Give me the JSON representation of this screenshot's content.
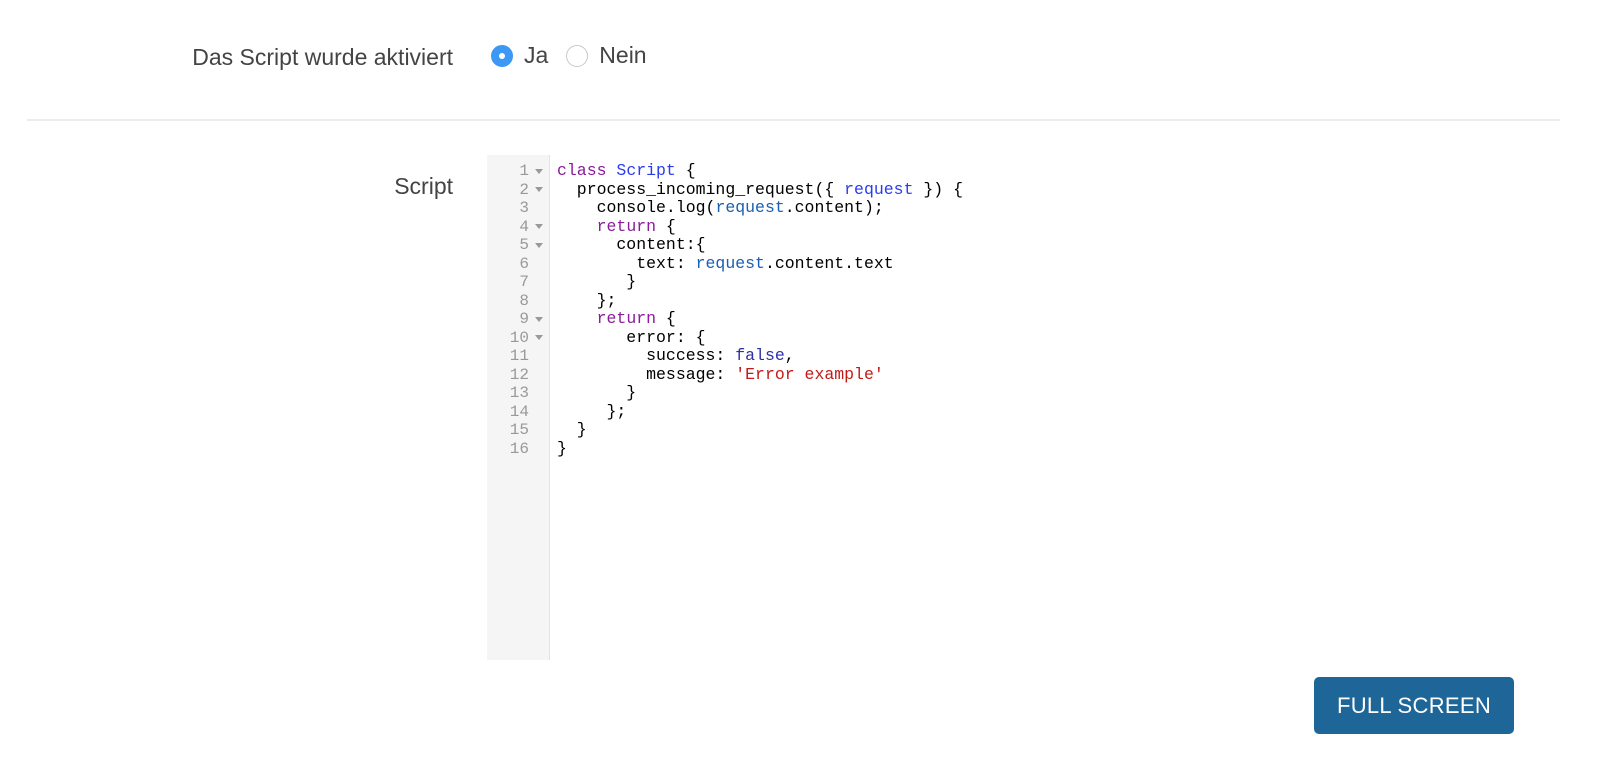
{
  "activation": {
    "label": "Das Script wurde aktiviert",
    "options": [
      {
        "label": "Ja",
        "checked": true
      },
      {
        "label": "Nein",
        "checked": false
      }
    ],
    "accent_color": "#3d98f5"
  },
  "script": {
    "label": "Script",
    "lines": [
      {
        "n": "1",
        "fold": true
      },
      {
        "n": "2",
        "fold": true
      },
      {
        "n": "3",
        "fold": false
      },
      {
        "n": "4",
        "fold": true
      },
      {
        "n": "5",
        "fold": true
      },
      {
        "n": "6",
        "fold": false
      },
      {
        "n": "7",
        "fold": false
      },
      {
        "n": "8",
        "fold": false
      },
      {
        "n": "9",
        "fold": true
      },
      {
        "n": "10",
        "fold": true
      },
      {
        "n": "11",
        "fold": false
      },
      {
        "n": "12",
        "fold": false
      },
      {
        "n": "13",
        "fold": false
      },
      {
        "n": "14",
        "fold": false
      },
      {
        "n": "15",
        "fold": false
      },
      {
        "n": "16",
        "fold": false
      }
    ],
    "code": [
      [
        {
          "t": "class",
          "c": "kw"
        },
        {
          "t": " "
        },
        {
          "t": "Script",
          "c": "cls"
        },
        {
          "t": " {"
        }
      ],
      [
        {
          "t": "  process_incoming_request({ "
        },
        {
          "t": "request",
          "c": "cls"
        },
        {
          "t": " }) {"
        }
      ],
      [
        {
          "t": "    console.log("
        },
        {
          "t": "request",
          "c": "var"
        },
        {
          "t": ".content);"
        }
      ],
      [
        {
          "t": "    "
        },
        {
          "t": "return",
          "c": "kw"
        },
        {
          "t": " {"
        }
      ],
      [
        {
          "t": "      content:{"
        }
      ],
      [
        {
          "t": "        text: "
        },
        {
          "t": "request",
          "c": "var"
        },
        {
          "t": ".content.text"
        }
      ],
      [
        {
          "t": "       }"
        }
      ],
      [
        {
          "t": "    };"
        }
      ],
      [
        {
          "t": "    "
        },
        {
          "t": "return",
          "c": "kw"
        },
        {
          "t": " {"
        }
      ],
      [
        {
          "t": "       error: {"
        }
      ],
      [
        {
          "t": "         success: "
        },
        {
          "t": "false",
          "c": "atom"
        },
        {
          "t": ","
        }
      ],
      [
        {
          "t": "         message: "
        },
        {
          "t": "'Error example'",
          "c": "str"
        }
      ],
      [
        {
          "t": "       }"
        }
      ],
      [
        {
          "t": "     };"
        }
      ],
      [
        {
          "t": "  }"
        }
      ],
      [
        {
          "t": "}"
        }
      ]
    ]
  },
  "actions": {
    "full_screen_label": "FULL SCREEN",
    "button_color": "#1e6698"
  }
}
